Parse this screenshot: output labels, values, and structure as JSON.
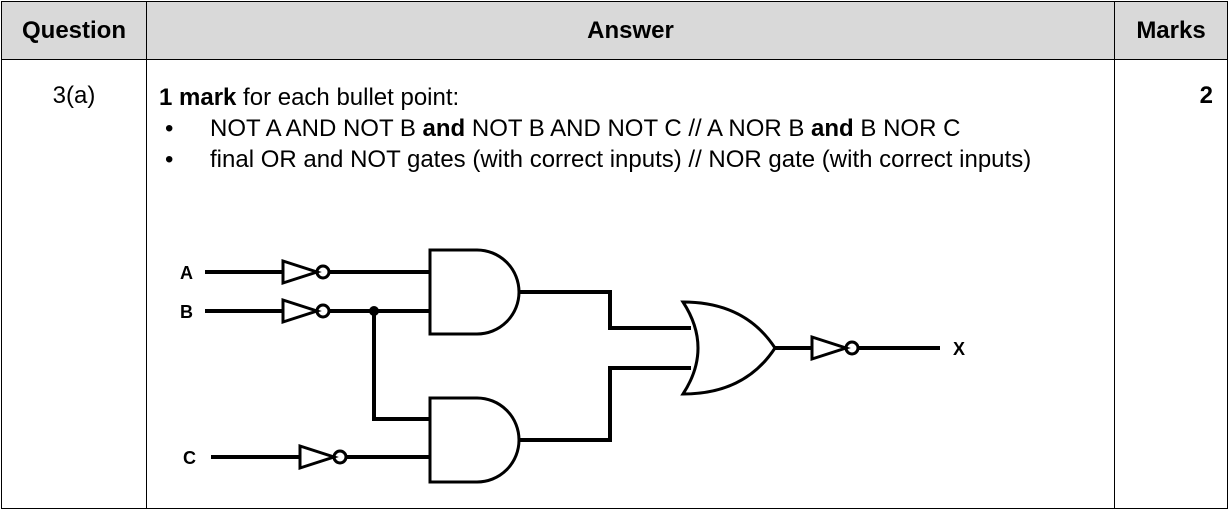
{
  "table": {
    "headers": {
      "question": "Question",
      "answer": "Answer",
      "marks": "Marks"
    },
    "row": {
      "question": "3(a)",
      "marks": "2",
      "intro_bold": "1 mark",
      "intro_rest": " for each bullet point:",
      "bullets": [
        {
          "parts": [
            {
              "text": "NOT A AND NOT B ",
              "bold": false
            },
            {
              "text": "and",
              "bold": true
            },
            {
              "text": " NOT B AND NOT C // A NOR B ",
              "bold": false
            },
            {
              "text": "and",
              "bold": true
            },
            {
              "text": " B NOR C",
              "bold": false
            }
          ]
        },
        {
          "parts": [
            {
              "text": "final OR and NOT gates (with correct inputs) // NOR gate (with correct inputs)",
              "bold": false
            }
          ]
        }
      ],
      "bullet_symbol": "•"
    }
  },
  "circuit": {
    "input_a": "A",
    "input_b": "B",
    "input_c": "C",
    "output": "X"
  }
}
